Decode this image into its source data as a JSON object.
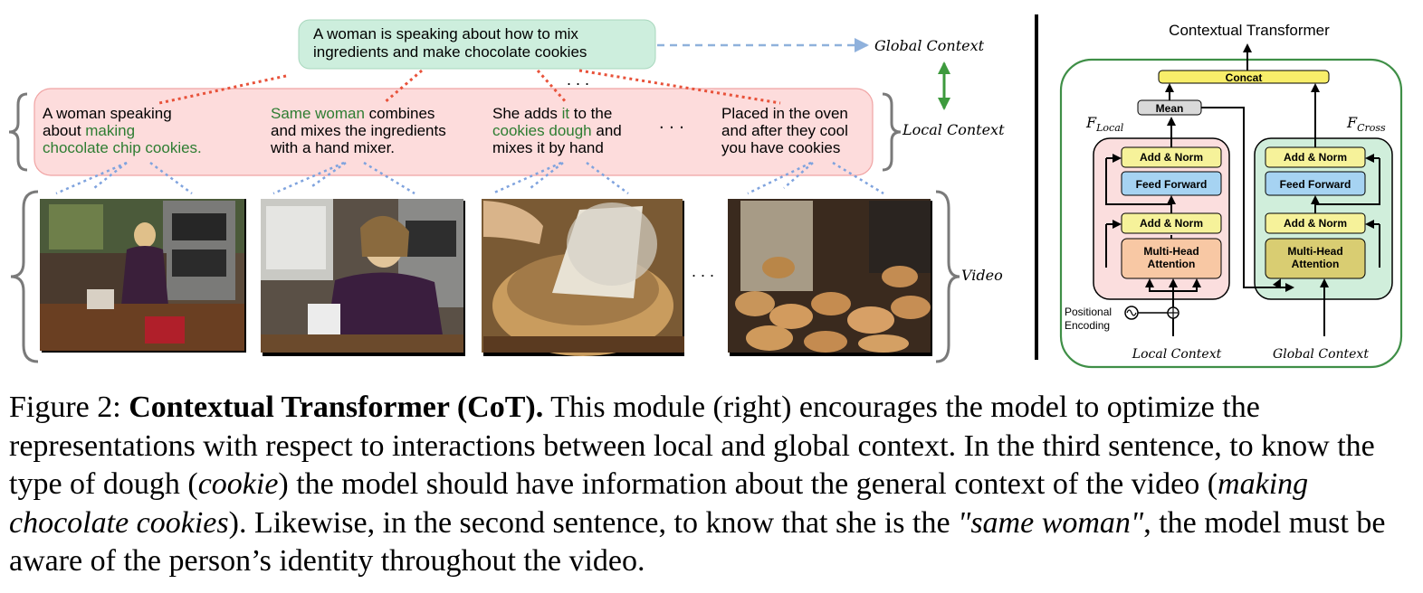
{
  "global_sentence": {
    "line1": "A woman is speaking about how to mix",
    "line2": "ingredients and make chocolate cookies"
  },
  "labels": {
    "global_context": "Global Context",
    "local_context": "Local Context",
    "video": "Video",
    "ellipsis": ". . ."
  },
  "local_sentences": [
    {
      "l1a": "A woman speaking",
      "l2a": "about ",
      "l2g": "making",
      "l3g": "chocolate chip cookies."
    },
    {
      "l1g": "Same woman",
      "l1b": " combines",
      "l2": "and mixes the ingredients",
      "l3": "with a hand mixer."
    },
    {
      "l1a": "She adds ",
      "l1g": "it",
      "l1b": " to the",
      "l2g": "cookies dough",
      "l2b": " and",
      "l3": "mixes it by hand"
    },
    {
      "l1": "Placed in the oven",
      "l2": "and after they cool",
      "l3": "you have cookies"
    }
  ],
  "frames": [
    "woman in kitchen with ingredients",
    "woman using hand mixer",
    "flour poured into bowl",
    "chocolate chip cookies on rack"
  ],
  "transformer": {
    "title": "Contextual Transformer",
    "concat": "Concat",
    "mean": "Mean",
    "f_local_base": "F",
    "f_local_sub": "Local",
    "f_cross_base": "F",
    "f_cross_sub": "Cross",
    "add_norm": "Add & Norm",
    "feed_forward": "Feed Forward",
    "mha_line1": "Multi-Head",
    "mha_line2": "Attention",
    "positional_line1": "Positional",
    "positional_line2": "Encoding",
    "local_input": "Local Context",
    "global_input": "Global Context"
  },
  "caption": {
    "figure_label": "Figure 2: ",
    "title": "Contextual Transformer (CoT).",
    "p1": " This module (right) encourages the model to optimize the representations with respect to interactions between local and global context. In the third sentence, to know the type of dough (",
    "i1": "cookie",
    "p2": ") the model should have information about the general context of the video (",
    "i2": "making chocolate cookies",
    "p3": "). Likewise, in the second sentence, to know that she is the ",
    "i3": "\"same woman\"",
    "p4": ", the model must be aware of the person’s identity throughout the video."
  },
  "colors": {
    "global_box": "#cdeedd",
    "local_box": "#fddcdc",
    "green_text": "#2e7d32",
    "red_dotted": "#e8523a",
    "blue_dashed": "#8fb1dc",
    "double_arrow": "#3d9a3d",
    "add_norm": "#f6f29a",
    "feed_forward": "#a6d3f2",
    "mha_local": "#f8c8a4",
    "mha_cross": "#d9cd72",
    "mean": "#d9d9d9",
    "concat": "#f8ee6a",
    "local_block": "#fbdede",
    "cross_block": "#d0eedb",
    "outer_border": "#3f8f47"
  }
}
